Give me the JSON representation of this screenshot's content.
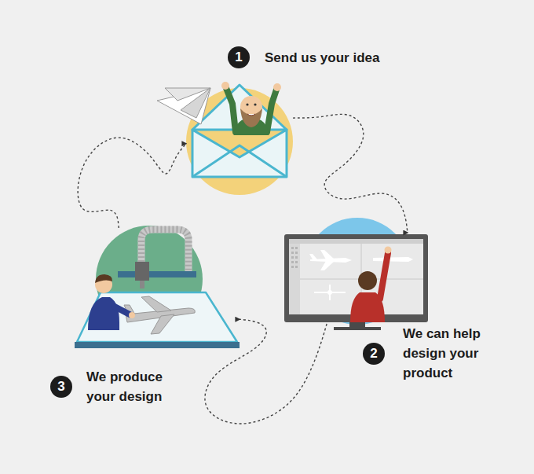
{
  "diagram": {
    "nodes": [
      {
        "text": [
          "1",
          "Send us your idea"
        ]
      },
      {
        "text": [
          "2",
          "We can help design your product"
        ]
      },
      {
        "text": [
          "3",
          "We produce your design"
        ]
      }
    ],
    "edges": [
      {
        "from": 0,
        "to": 1,
        "arrow": "to"
      },
      {
        "from": 1,
        "to": 2,
        "arrow": "to"
      },
      {
        "from": 2,
        "to": 0,
        "arrow": "to"
      }
    ]
  }
}
